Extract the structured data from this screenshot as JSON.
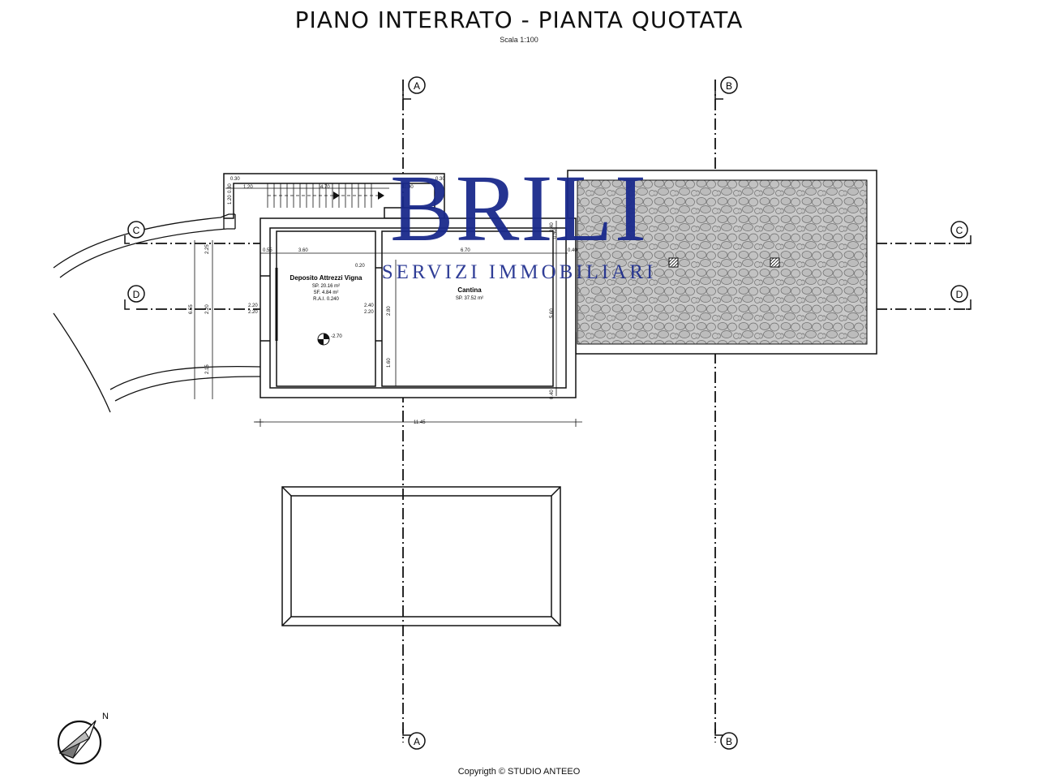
{
  "header": {
    "title": "PIANO INTERRATO - PIANTA QUOTATA",
    "scale": "Scala 1:100"
  },
  "watermark": {
    "brand": "BRILI",
    "subtitle": "SERVIZI IMMOBILIARI",
    "color": "#1a2a8c"
  },
  "section_markers": {
    "a": "A",
    "b": "B",
    "c": "C",
    "d": "D"
  },
  "rooms": {
    "deposito": {
      "name": "Deposito Attrezzi Vigna",
      "sp": "SP. 20.16 m²",
      "sf": "SF. 4.84 m²",
      "rai": "R.A.I. 0.240"
    },
    "cantina": {
      "name": "Cantina",
      "sp": "SP. 37.52 m²"
    }
  },
  "level_mark": "-2.70",
  "dimensions": {
    "stair_top": [
      "0.30",
      "1.20",
      "4.70",
      "1.00",
      "0.30"
    ],
    "stair_side": [
      "0.30",
      "1.20"
    ],
    "room_top": [
      "0.55",
      "3.60",
      "0.20",
      "6.70",
      "0.40"
    ],
    "room_side_right": [
      "0.40",
      "0.50",
      "5.60",
      "0.40"
    ],
    "room_inner": [
      "2.20",
      "2.20",
      "2.40",
      "2.20",
      "2.80",
      "1.60"
    ],
    "left_chain": [
      "2.25",
      "2.20",
      "2.15"
    ],
    "left_total": "6.55",
    "overall_width": "11.45"
  },
  "north_label": "N",
  "footer": {
    "copyright": "Copyrigth © STUDIO ANTEEO"
  }
}
